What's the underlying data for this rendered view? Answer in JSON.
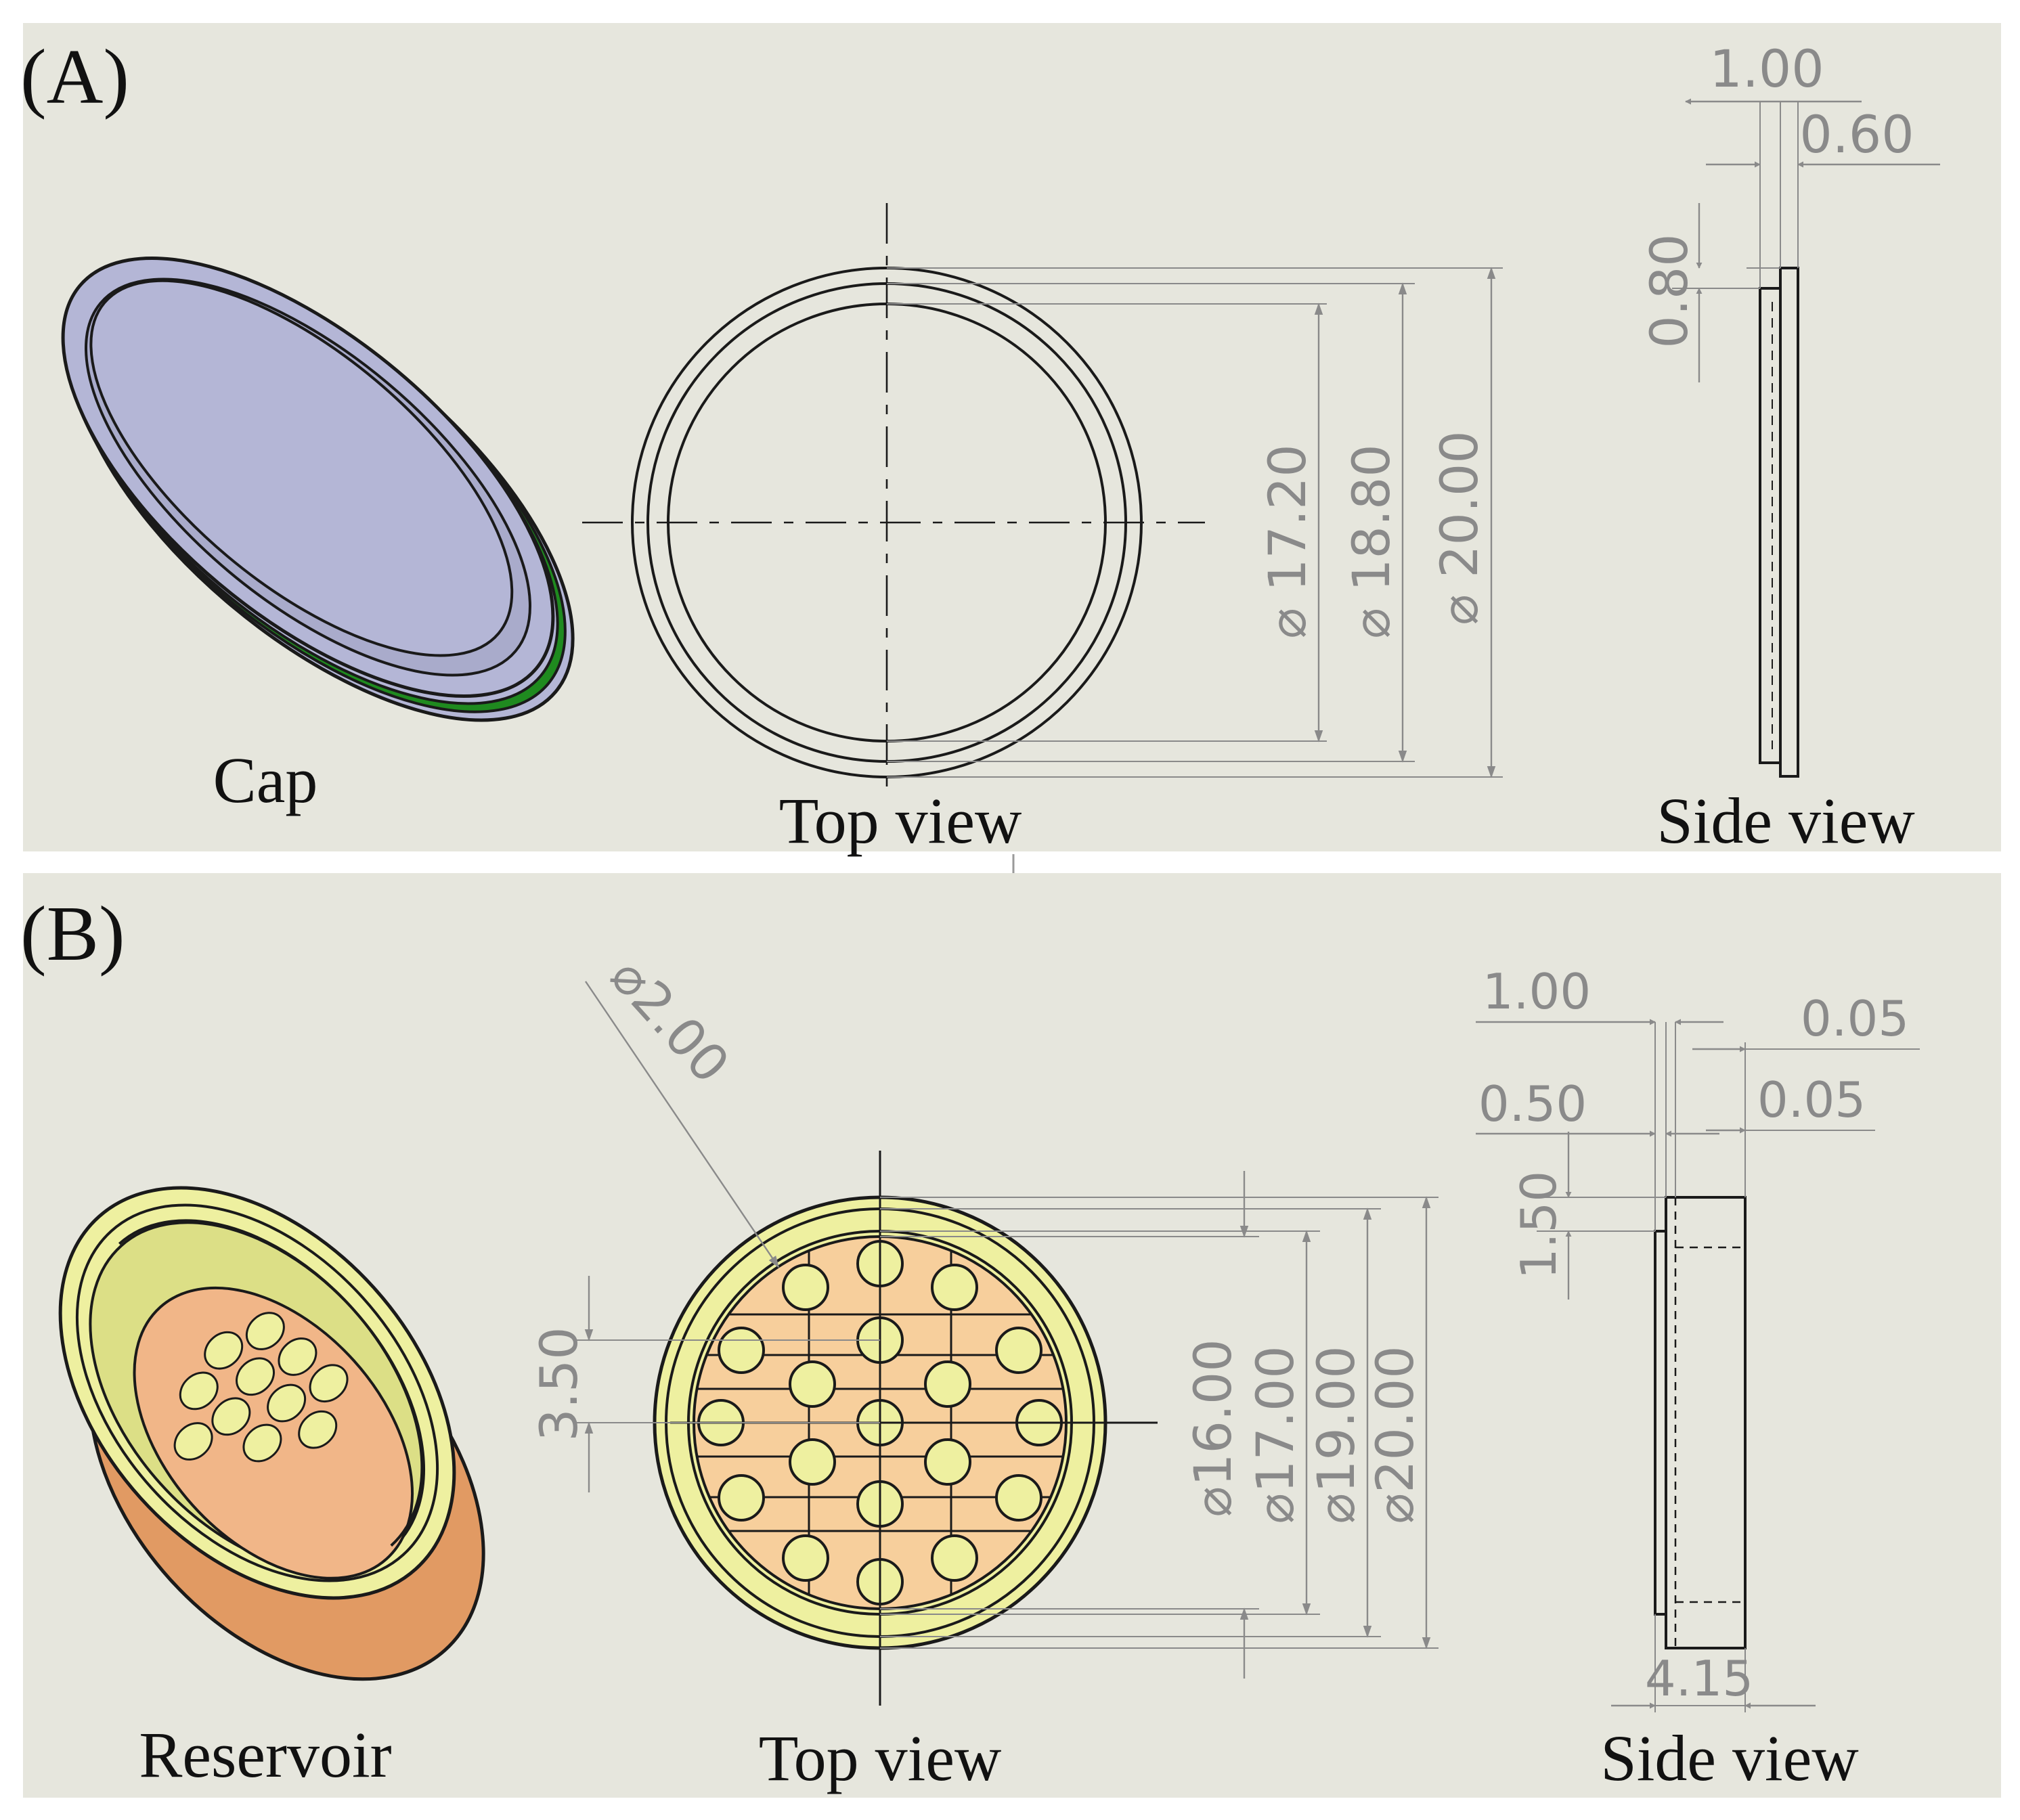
{
  "panelA": {
    "letter": "(A)",
    "iso_label": "Cap",
    "top_label": "Top view",
    "side_label": "Side view",
    "dims": {
      "d1": "⌀ 17.20",
      "d2": "⌀ 18.80",
      "d3": "⌀ 20.00",
      "s1": "1.00",
      "s2": "0.60",
      "s3": "0.80"
    }
  },
  "panelB": {
    "letter": "(B)",
    "iso_label": "Reservoir",
    "top_label": "Top view",
    "side_label": "Side view",
    "dims": {
      "hole": "⌀2.00",
      "pitch": "3.50",
      "d1": "⌀16.00",
      "d2": "⌀17.00",
      "d3": "⌀19.00",
      "d4": "⌀20.00",
      "s1": "1.00",
      "s2": "0.05",
      "s3": "0.50",
      "s4": "0.05",
      "s5": "1.50",
      "s6": "4.15"
    }
  },
  "colors": {
    "panel_bg": "#e6e6dd",
    "cap_gray": "#b4b6d6",
    "cap_green": "#1f8a1f",
    "reservoir_yellow": "#eef0a0",
    "reservoir_orange": "#f7cf9c",
    "reservoir_copper": "#e19a63"
  }
}
